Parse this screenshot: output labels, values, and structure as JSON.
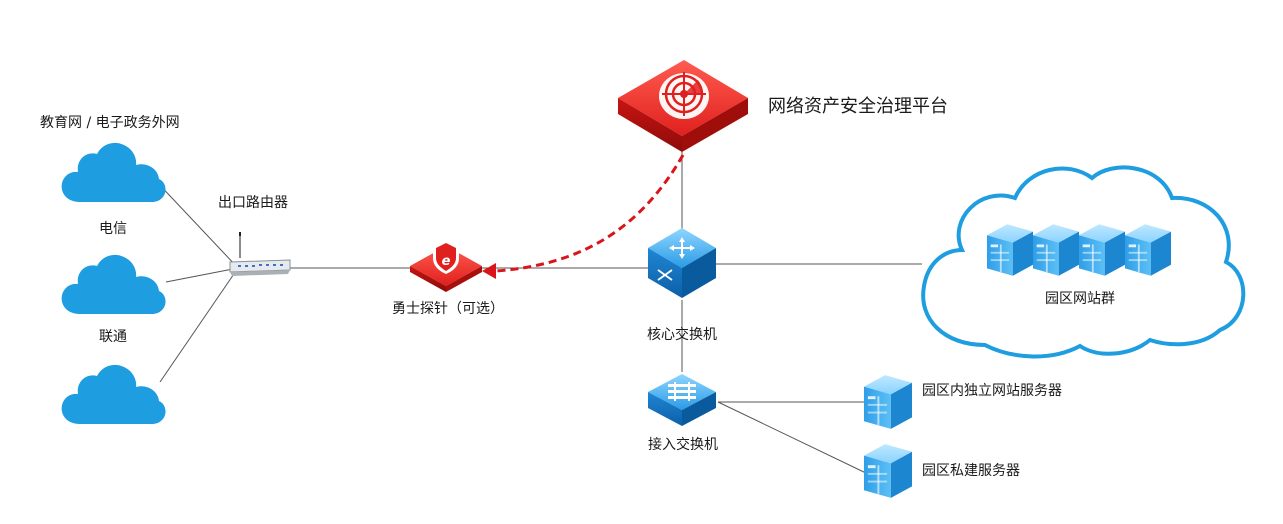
{
  "labels": {
    "edu_network": "教育网 / 电子政务外网",
    "telecom": "电信",
    "unicom": "联通",
    "router": "出口路由器",
    "probe": "勇士探针（可选）",
    "platform": "网络资产安全治理平台",
    "core_switch": "核心交换机",
    "access_switch": "接入交换机",
    "website_cluster": "园区网站群",
    "independent_server": "园区内独立网站服务器",
    "private_server": "园区私建服务器"
  },
  "colors": {
    "cloud_blue": "#1e9de0",
    "device_blue": "#1a8fdb",
    "platform_red": "#e0201e",
    "dashed_red": "#d9141b",
    "line": "#555555",
    "server_blue": "#3aa8e8"
  },
  "icons": {
    "platform": "radar-target-icon",
    "probe": "shield-e-icon",
    "core_switch": "switch-arrows-icon",
    "access_switch": "switch-ports-icon",
    "router": "router-icon",
    "server": "server-icon",
    "cloud": "cloud-icon"
  }
}
